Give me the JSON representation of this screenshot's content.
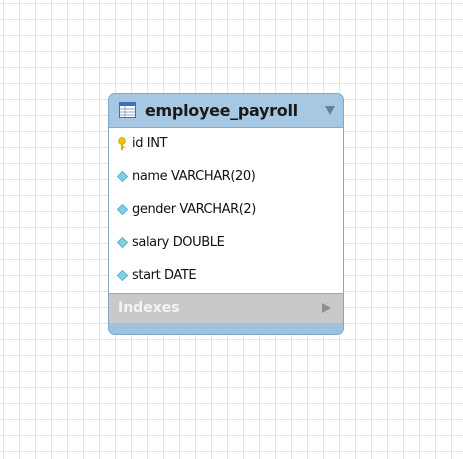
{
  "table": {
    "name": "employee_payroll",
    "columns": [
      {
        "label": "id INT",
        "icon": "primary-key-icon"
      },
      {
        "label": "name VARCHAR(20)",
        "icon": "column-diamond-icon"
      },
      {
        "label": "gender VARCHAR(2)",
        "icon": "column-diamond-icon"
      },
      {
        "label": "salary DOUBLE",
        "icon": "column-diamond-icon"
      },
      {
        "label": "start DATE",
        "icon": "column-diamond-icon"
      }
    ],
    "indexes_label": "Indexes"
  },
  "colors": {
    "header": "#a7c8e2",
    "card_border": "#7fa8c8",
    "indexes_bar": "#c9c9c9",
    "key_icon": "#f2c200",
    "diamond_icon": "#7fd0e6"
  }
}
